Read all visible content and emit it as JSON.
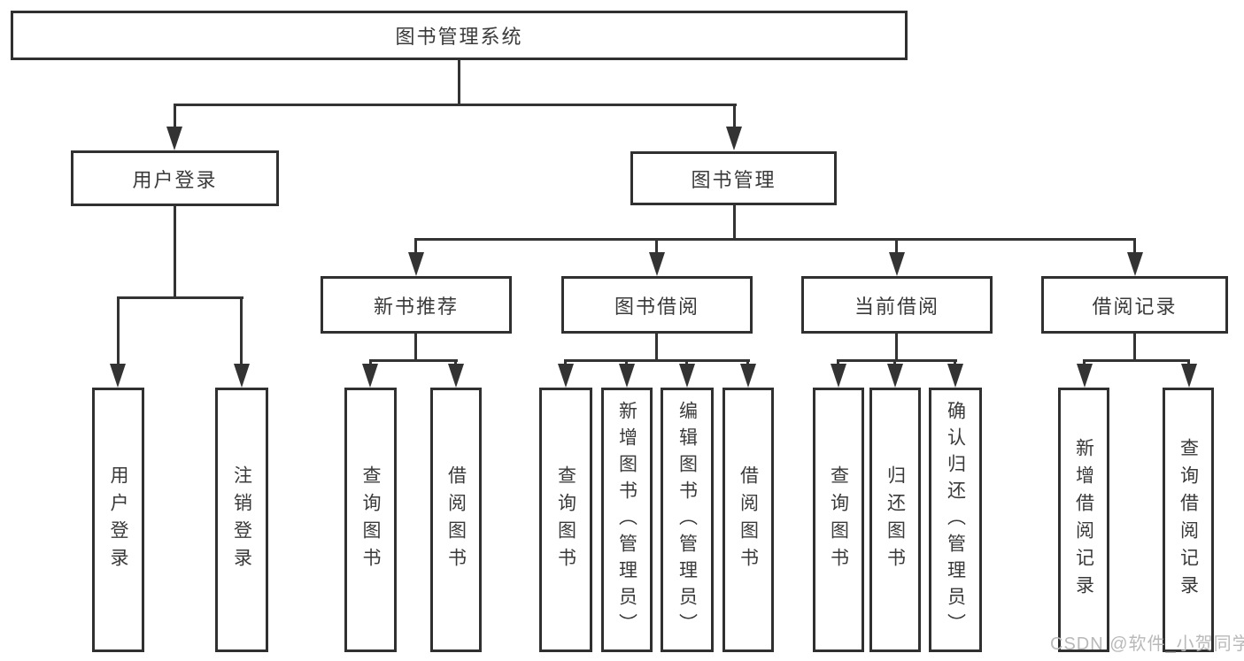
{
  "diagram": {
    "title": "图书管理系统",
    "colors": {
      "line": "#333333",
      "border": "#303030",
      "text": "#3a3a3a",
      "bg": "#ffffff",
      "watermark": "#b9b9b9"
    },
    "root": {
      "label": "图书管理系统"
    },
    "level2": [
      {
        "label": "用户登录"
      },
      {
        "label": "图书管理"
      }
    ],
    "level3": [
      {
        "label": "新书推荐"
      },
      {
        "label": "图书借阅"
      },
      {
        "label": "当前借阅"
      },
      {
        "label": "借阅记录"
      }
    ],
    "leaves": {
      "login": [
        "用户登录",
        "注销登录"
      ],
      "recommend": [
        "查询图书",
        "借阅图书"
      ],
      "borrow": [
        "查询图书",
        "新增图书（管理员）",
        "编辑图书（管理员）",
        "借阅图书"
      ],
      "current": [
        "查询图书",
        "归还图书",
        "确认归还（管理员）"
      ],
      "records": [
        "新增借阅记录",
        "查询借阅记录"
      ]
    },
    "watermark": {
      "text": "CSDN @软件_小贺同学"
    }
  }
}
